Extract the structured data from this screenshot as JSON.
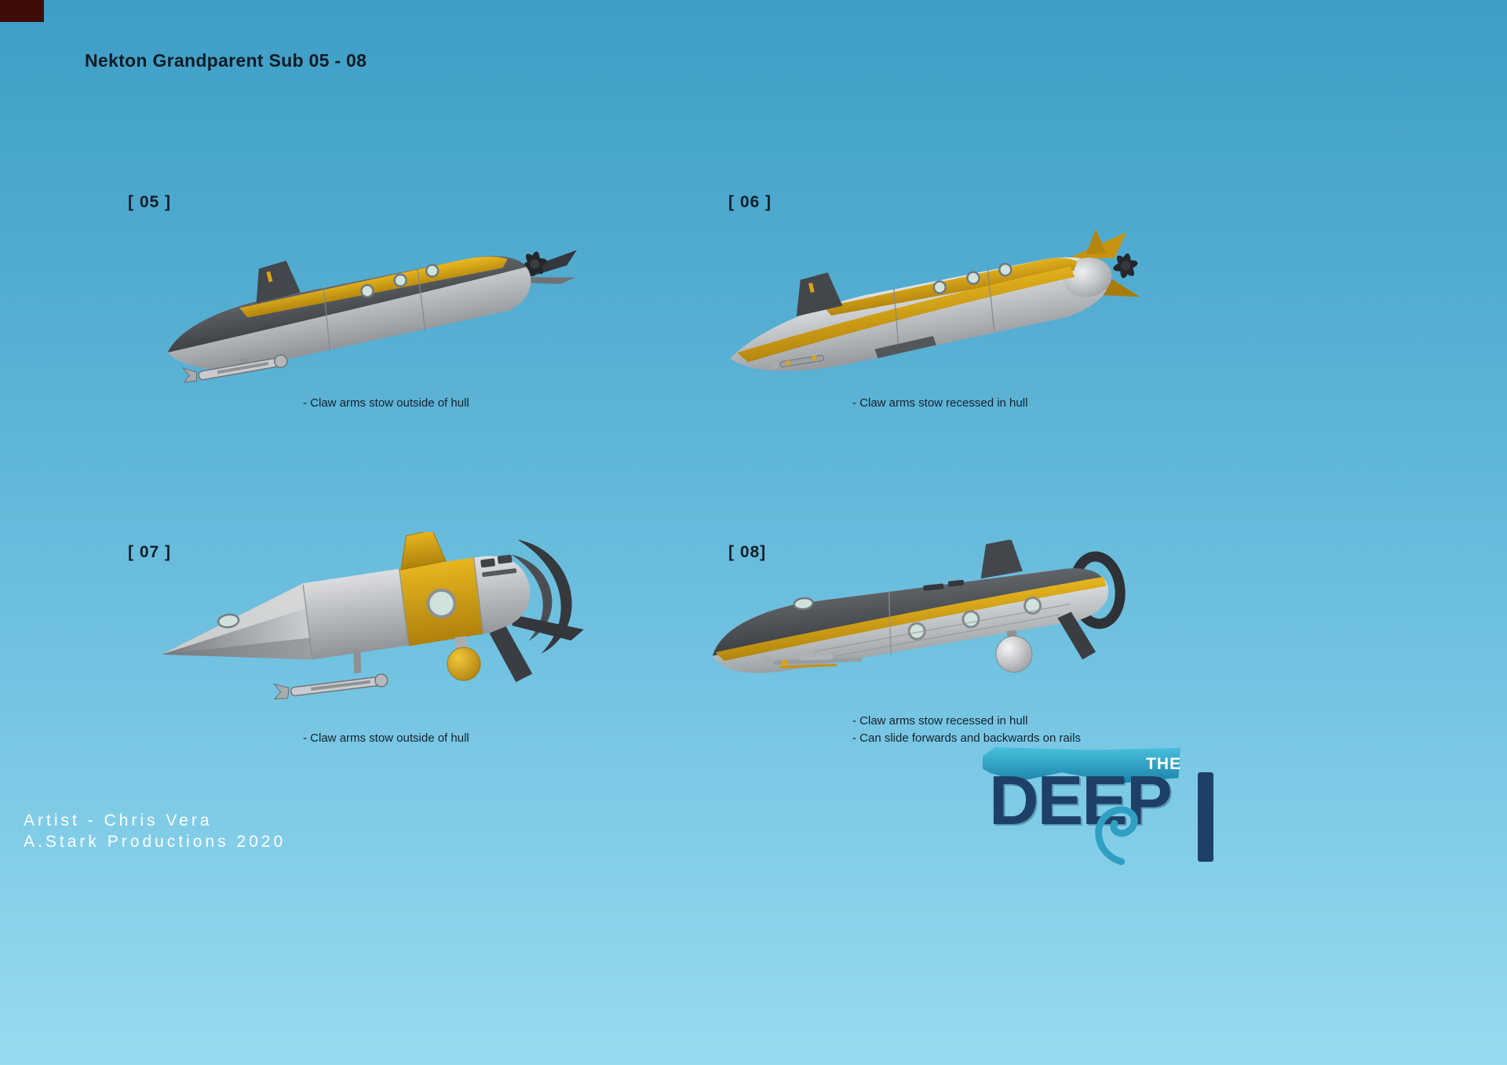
{
  "page": {
    "title": "Nekton Grandparent Sub 05 - 08"
  },
  "panels": [
    {
      "id": "05",
      "label": "[ 05 ]",
      "notes": [
        "- Claw arms stow outside of hull"
      ]
    },
    {
      "id": "06",
      "label": "[ 06 ]",
      "notes": [
        "- Claw arms stow recessed in hull"
      ]
    },
    {
      "id": "07",
      "label": "[ 07 ]",
      "notes": [
        "- Claw arms stow outside of hull"
      ]
    },
    {
      "id": "08",
      "label": "[ 08]",
      "notes": [
        "- Claw arms stow recessed in hull",
        "- Can slide forwards and backwards on rails"
      ]
    }
  ],
  "credits": {
    "line1": "Artist - Chris Vera",
    "line2": "A.Stark Productions 2020"
  },
  "logo": {
    "the": "THE",
    "deep": "DEEP"
  },
  "colors": {
    "background_top": "#3e9ec6",
    "background_bottom": "#96dbf0",
    "hull_yellow": "#d9a41a",
    "hull_dark_grey": "#4a4e53",
    "hull_silver": "#c3c6c9",
    "porthole_teal": "#cfe2dc",
    "text_dark": "#15222c",
    "credits_white": "#ffffff",
    "logo_navy": "#1e4066",
    "logo_teal": "#2aa0c4",
    "corner_mark": "#3f0d08"
  }
}
